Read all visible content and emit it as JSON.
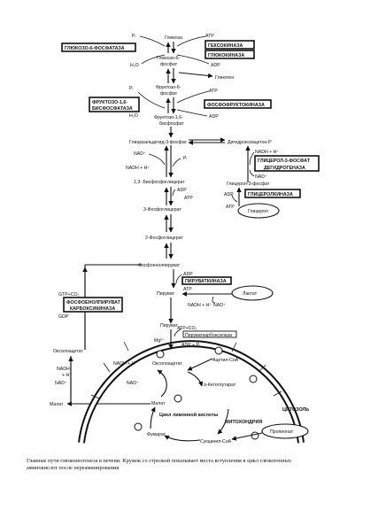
{
  "nodes": {
    "glucose": "Глюкоза",
    "pi1": "Pᵢ",
    "atp1": "ATP",
    "g6p_1": "Глюкозо-6-",
    "g6p_2": "фосфат",
    "h2o1": "H₂O",
    "adp1": "ADP",
    "glycogen": "Гликоген",
    "pi2": "Pᵢ",
    "f6p_1": "Фруктозо-6-",
    "f6p_2": "фосфат",
    "atp2": "ATP",
    "h2o2": "H₂O",
    "f16bp_1": "Фруктозо-1,6-",
    "f16bp_2": "бисфосфат",
    "adp2": "ADP",
    "g3p": "Глицеральдегид-3-фосфат",
    "dhap": "Дигидроксиацетон-P",
    "nad1": "NAD⁺",
    "pi3": "Pᵢ",
    "nadh_h1": "NADH + H⁺",
    "nadh_h2": "NADH + H⁺",
    "nad2": "NAD⁺",
    "bpg13": "1,3- Бисфосфоглицерат",
    "adp3": "ADP",
    "atp3": "ATP",
    "glycerol3p": "Глицерол-3-фосфат",
    "adp4": "ADP",
    "atp4": "ATP",
    "pg3": "3-Фосфоглицерат",
    "glycerol": "Глицерол",
    "pg2": "2-Фосфоглицерат",
    "pep": "Фосфоенолпируват",
    "adp5": "ADP",
    "atp5": "ATP",
    "gtp_co2": "GTP+CO₂",
    "pyruvate": "Пируват",
    "lactate": "Лактат",
    "gdp": "GDP",
    "nadh_h3": "NADH + H⁺",
    "nad3": "NAD⁺",
    "oxaloacetate1": "Оксолоацетат",
    "pyruvate2": "Пируват",
    "mg": "Mg²⁺",
    "atp_co2": "ATP+CO₂",
    "adp_pi": "ADP + Pᵢ",
    "nadh_left": "NADH",
    "h_left": "+ H⁺",
    "nad_left": "NAD⁺",
    "nadh_h4": "NADH + H⁺",
    "nad4": "NAD⁺",
    "oxaloacetate2": "Оксолоацетат",
    "acetylcoa": "Ацетил-CoA",
    "malate1": "Малат",
    "malate2": "Малат",
    "aketoglutarate": "α-Кетоглутарат",
    "tca_cycle": "Цикл лимонной кислоты",
    "mitochondria": "МИТОХОНДРИЯ",
    "cytosol": "ЦИТОЗОЛЬ",
    "propionate": "Пропионат",
    "fumarate": "Фумарат",
    "succinylcoa": "Сукцинил-CoA"
  },
  "enzymes": {
    "g6pase": "ГЛЮКОЗО-6-ФОСФАТАЗА",
    "hexokinase": "ГЕКСОКИНАЗА",
    "glucokinase": "ГЛЮКОКИНАЗА",
    "fbpase_1": "ФРУКТОЗО-1,6-",
    "fbpase_2": "БИСФОСФАТАЗА",
    "pfk": "ФОСФОФРУКТОКИНАЗА",
    "g3pdh_1": "ГЛИЦЕРОЛ-3-ФОСФАТ",
    "g3pdh_2": "ДЕГИДРОГЕНАЗА",
    "glycerolkinase": "ГЛИЦЕРОЛКИНАЗА",
    "pyruvatekinase": "ПИРУВАТКИНАЗА",
    "pepck_1": "ФОСФОЕНОЛПИРУВАТ",
    "pepck_2": "КАРБОКСИКИНАЗА",
    "pyruvate_carboxylase": "Пируваткарбоксилаза"
  },
  "caption": {
    "line1": "Главные пути глюконеогенеза в печени. Кружок со стрелкой показывает места вступления в цикл глюкогенных",
    "line2": "аминокислот после переаминирования"
  },
  "colors": {
    "ink": "#111111",
    "paper": "#ffffff"
  }
}
